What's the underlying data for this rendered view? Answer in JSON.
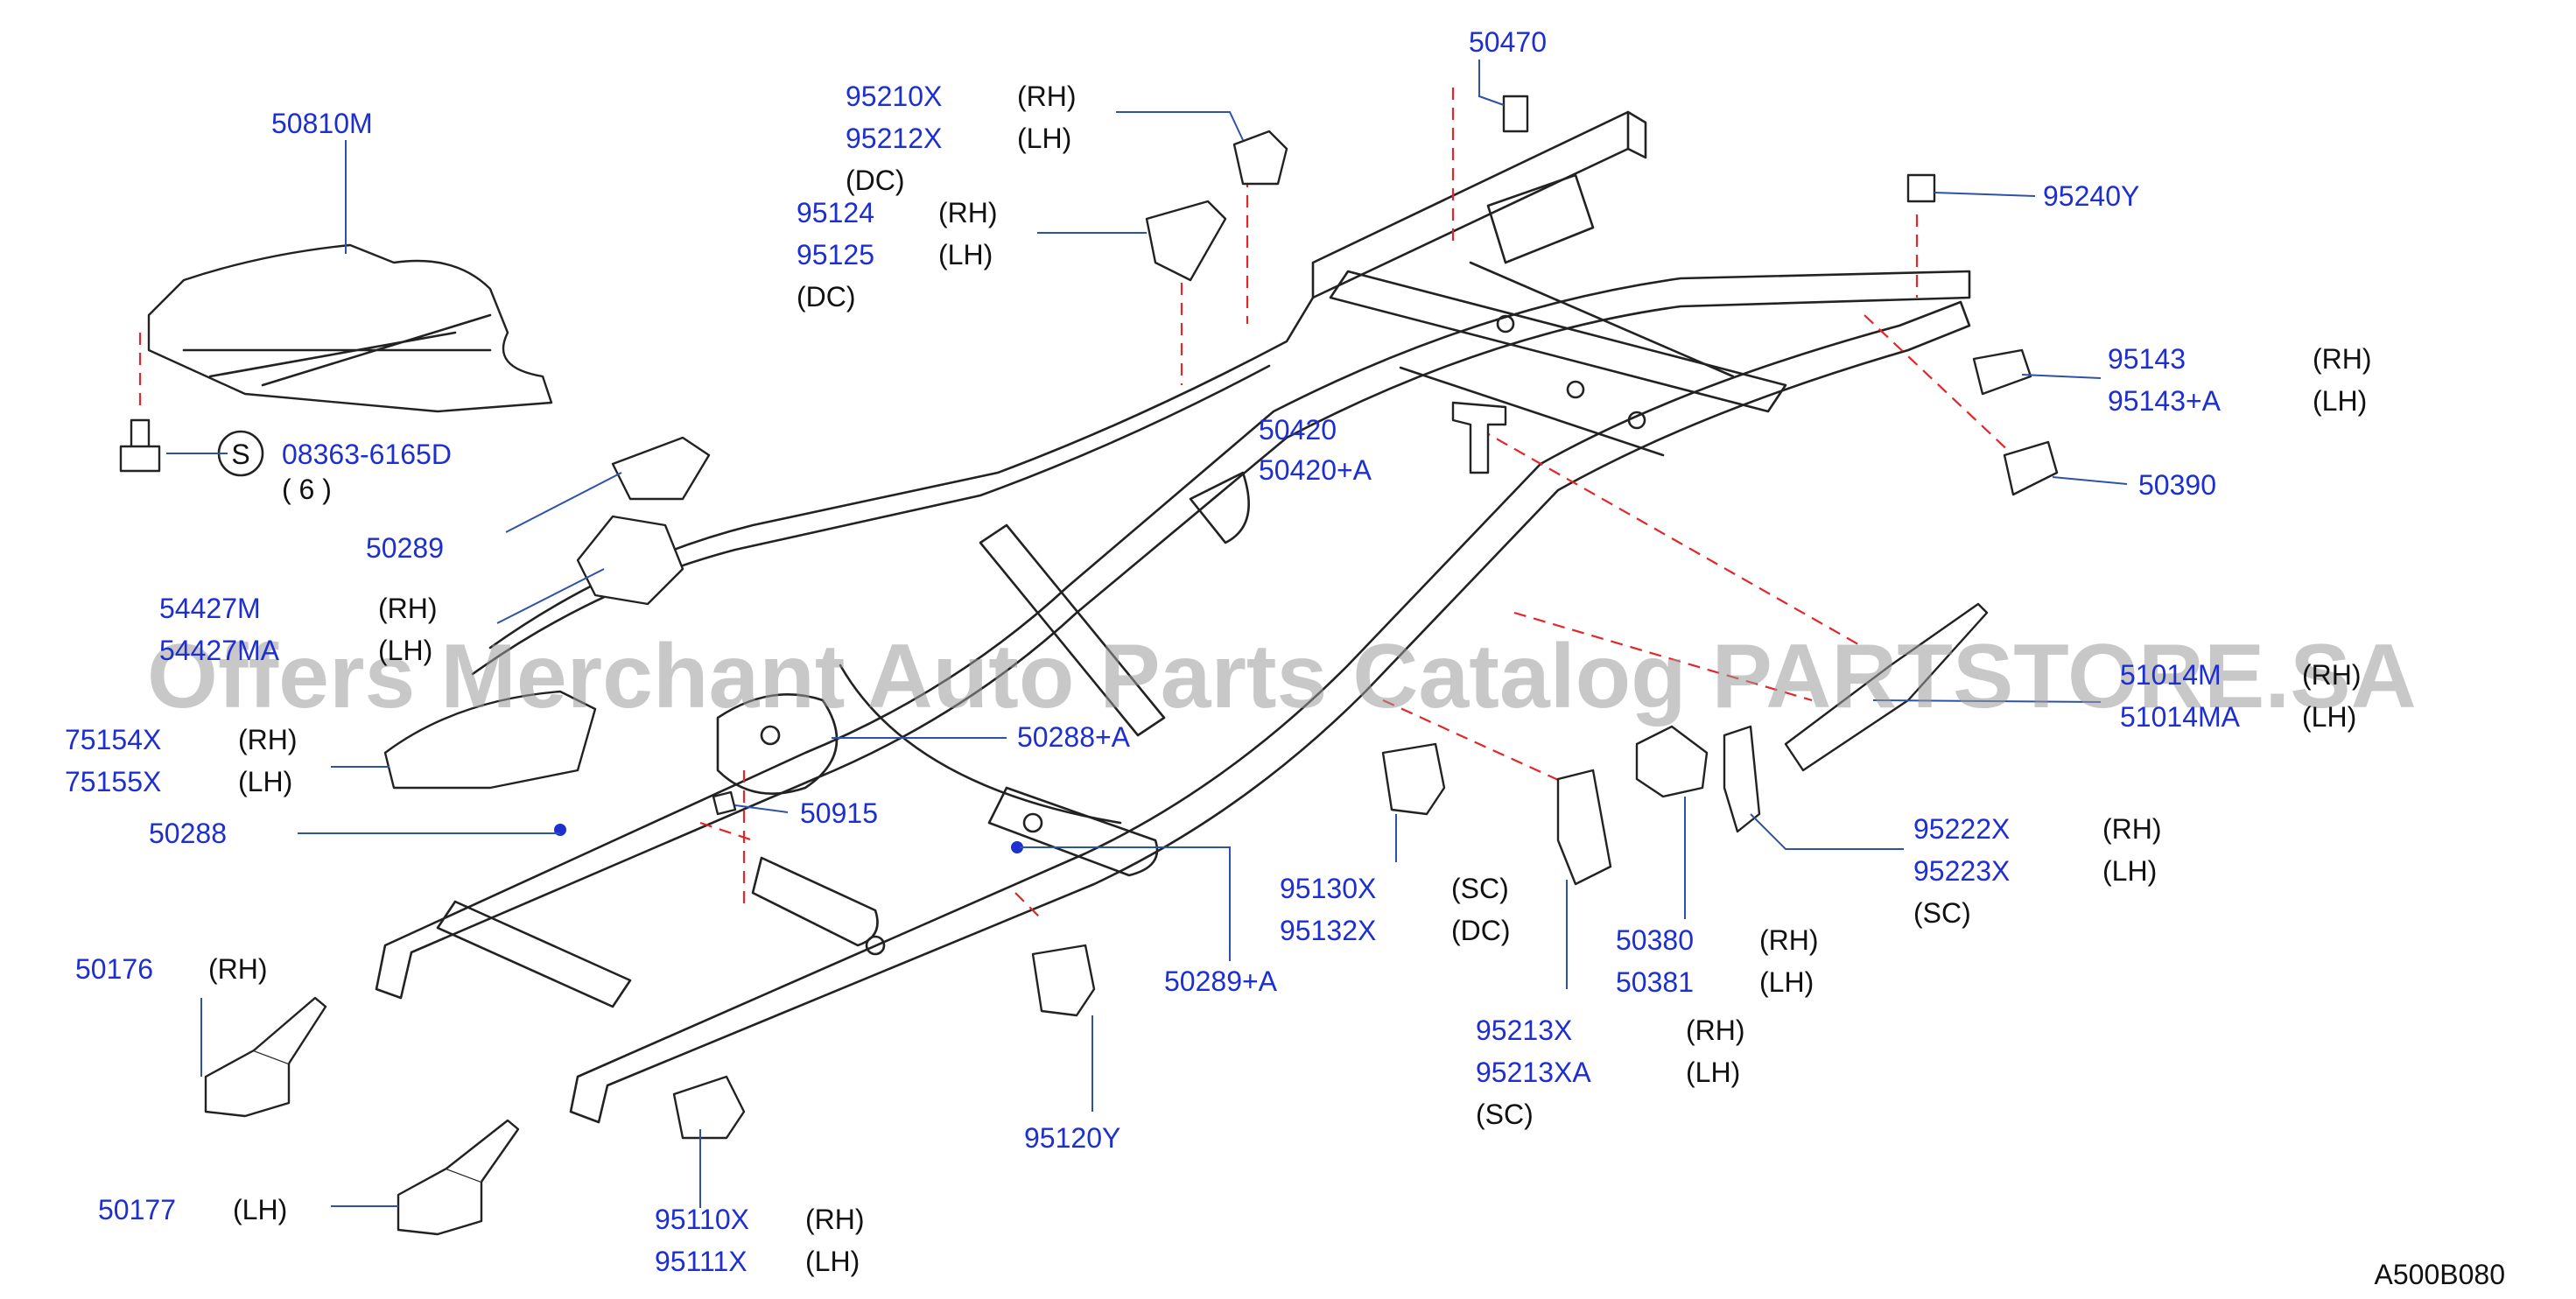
{
  "diagram_code": "A500B080",
  "watermark": "Offers Merchant Auto Parts Catalog PARTSTORE.SA",
  "bolt_marker": "S",
  "colors": {
    "part_number": "#1d2fd0",
    "side_note": "#111111",
    "leader": "#2d52a8",
    "dashed": "#e3262a"
  },
  "callouts": [
    {
      "id": "c50810m",
      "rows": [
        {
          "pn": "50810M"
        }
      ]
    },
    {
      "id": "c08363",
      "rows": [
        {
          "pn": "08363-6165D"
        },
        {
          "pn": "",
          "side": "( 6 )"
        }
      ]
    },
    {
      "id": "c50289",
      "rows": [
        {
          "pn": "50289"
        }
      ]
    },
    {
      "id": "c54427",
      "rows": [
        {
          "pn": "54427M",
          "side": "(RH)"
        },
        {
          "pn": "54427MA",
          "side": "(LH)"
        }
      ]
    },
    {
      "id": "c7515x",
      "rows": [
        {
          "pn": "75154X",
          "side": "(RH)"
        },
        {
          "pn": "75155X",
          "side": "(LH)"
        }
      ]
    },
    {
      "id": "c50288",
      "rows": [
        {
          "pn": "50288"
        }
      ]
    },
    {
      "id": "c50176",
      "rows": [
        {
          "pn": "50176",
          "side": "(RH)"
        }
      ]
    },
    {
      "id": "c50177",
      "rows": [
        {
          "pn": "50177",
          "side": "(LH)"
        }
      ]
    },
    {
      "id": "c9511x",
      "rows": [
        {
          "pn": "95110X",
          "side": "(RH)"
        },
        {
          "pn": "95111X",
          "side": "(LH)"
        }
      ]
    },
    {
      "id": "c9521x",
      "rows": [
        {
          "pn": "95210X",
          "side": "(RH)"
        },
        {
          "pn": "95212X",
          "side": "(LH)"
        },
        {
          "pn": "",
          "side": "(DC)"
        }
      ]
    },
    {
      "id": "c9512x",
      "rows": [
        {
          "pn": "95124",
          "side": "(RH)"
        },
        {
          "pn": "95125",
          "side": "(LH)"
        },
        {
          "pn": "",
          "side": "(DC)"
        }
      ]
    },
    {
      "id": "c50470",
      "rows": [
        {
          "pn": "50470"
        }
      ]
    },
    {
      "id": "c95240y",
      "rows": [
        {
          "pn": "95240Y"
        }
      ]
    },
    {
      "id": "c95143",
      "rows": [
        {
          "pn": "95143",
          "side": "(RH)"
        },
        {
          "pn": "95143+A",
          "side": "(LH)"
        }
      ]
    },
    {
      "id": "c50420",
      "rows": [
        {
          "pn": "50420"
        },
        {
          "pn": "50420+A"
        }
      ]
    },
    {
      "id": "c50390",
      "rows": [
        {
          "pn": "50390"
        }
      ]
    },
    {
      "id": "c5101x",
      "rows": [
        {
          "pn": "51014M",
          "side": "(RH)"
        },
        {
          "pn": "51014MA",
          "side": "(LH)"
        }
      ]
    },
    {
      "id": "c50288a",
      "rows": [
        {
          "pn": "50288+A"
        }
      ]
    },
    {
      "id": "c50915",
      "rows": [
        {
          "pn": "50915"
        }
      ]
    },
    {
      "id": "c95222",
      "rows": [
        {
          "pn": "95222X",
          "side": "(RH)"
        },
        {
          "pn": "95223X",
          "side": "(LH)"
        },
        {
          "pn": "",
          "side": "(SC)"
        }
      ]
    },
    {
      "id": "c95130",
      "rows": [
        {
          "pn": "95130X",
          "side": "(SC)"
        },
        {
          "pn": "95132X",
          "side": "(DC)"
        }
      ]
    },
    {
      "id": "c50380",
      "rows": [
        {
          "pn": "50380",
          "side": "(RH)"
        },
        {
          "pn": "50381",
          "side": "(LH)"
        }
      ]
    },
    {
      "id": "c50289a",
      "rows": [
        {
          "pn": "50289+A"
        }
      ]
    },
    {
      "id": "c95213",
      "rows": [
        {
          "pn": "95213X",
          "side": "(RH)"
        },
        {
          "pn": "95213XA",
          "side": "(LH)"
        },
        {
          "pn": "",
          "side": "(SC)"
        }
      ]
    },
    {
      "id": "c95120y",
      "rows": [
        {
          "pn": "95120Y"
        }
      ]
    }
  ]
}
